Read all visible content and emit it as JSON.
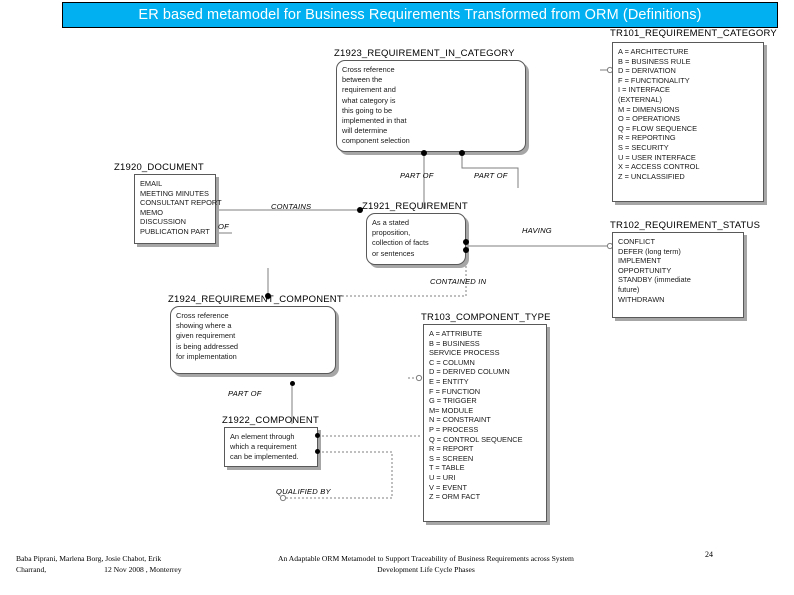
{
  "slide": {
    "title": "ER based metamodel for Business Requirements Transformed from ORM (Definitions)",
    "banner_color": "#00b0f0",
    "page_number": "24"
  },
  "entities": {
    "document": {
      "name": "Z1920_DOCUMENT",
      "lines": [
        "EMAIL",
        "MEETING MINUTES",
        "CONSULTANT REPORT",
        "MEMO",
        "DISCUSSION",
        "PUBLICATION PART"
      ]
    },
    "requirement_in_category": {
      "name": "Z1923_REQUIREMENT_IN_CATEGORY",
      "lines": [
        "Cross reference",
        "between the",
        "requirement and",
        "what category is",
        "this going to be",
        "implemented in that",
        "will determine",
        "component selection"
      ]
    },
    "requirement": {
      "name": "Z1921_REQUIREMENT",
      "lines": [
        "As a stated",
        "proposition,",
        "collection of facts",
        "or sentences"
      ]
    },
    "requirement_component": {
      "name": "Z1924_REQUIREMENT_COMPONENT",
      "lines": [
        "Cross reference",
        "showing where a",
        "given requirement",
        "is being addressed",
        "for implementation"
      ]
    },
    "component": {
      "name": "Z1922_COMPONENT",
      "lines": [
        "An element through",
        "which a requirement",
        "can be implemented."
      ]
    },
    "requirement_category": {
      "name": "TR101_REQUIREMENT_CATEGORY",
      "lines": [
        "A = ARCHITECTURE",
        "B = BUSINESS RULE",
        "D = DERIVATION",
        "F = FUNCTIONALITY",
        "I = INTERFACE",
        "(EXTERNAL)",
        "M = DIMENSIONS",
        "O = OPERATIONS",
        "Q = FLOW SEQUENCE",
        "R = REPORTING",
        "S = SECURITY",
        "U = USER INTERFACE",
        "X = ACCESS CONTROL",
        "Z = UNCLASSIFIED"
      ]
    },
    "requirement_status": {
      "name": "TR102_REQUIREMENT_STATUS",
      "lines": [
        "CONFLICT",
        "DEFER (long term)",
        "IMPLEMENT",
        "OPPORTUNITY",
        "STANDBY (immediate",
        "future)",
        "WITHDRAWN"
      ]
    },
    "component_type": {
      "name": "TR103_COMPONENT_TYPE",
      "lines": [
        "A = ATTRIBUTE",
        "B = BUSINESS",
        "SERVICE PROCESS",
        "C = COLUMN",
        "D = DERIVED COLUMN",
        "E = ENTITY",
        "F = FUNCTION",
        "G = TRIGGER",
        "M= MODULE",
        "N = CONSTRAINT",
        "P = PROCESS",
        "Q = CONTROL SEQUENCE",
        "R = REPORT",
        "S = SCREEN",
        "T = TABLE",
        "U = URI",
        "V = EVENT",
        "Z = ORM FACT"
      ]
    }
  },
  "relationships": {
    "part_of_1": "PART OF",
    "part_of_2": "PART OF",
    "contains": "CONTAINS",
    "of": "OF",
    "having": "HAVING",
    "contained_in": "CONTAINED IN",
    "part_of_3": "PART OF",
    "qualified_by": "QUALIFIED BY"
  },
  "footer": {
    "authors_line1": "Baba Piprani, Marlena Borg, Josie Chabot, Erik",
    "authors_line2_name": "Charrand,",
    "authors_line2_date": "12 Nov 2008 , Monterrey",
    "citation_line1": "An Adaptable ORM Metamodel to Support Traceability of Business Requirements across System",
    "citation_line2": "Development Life Cycle Phases"
  }
}
